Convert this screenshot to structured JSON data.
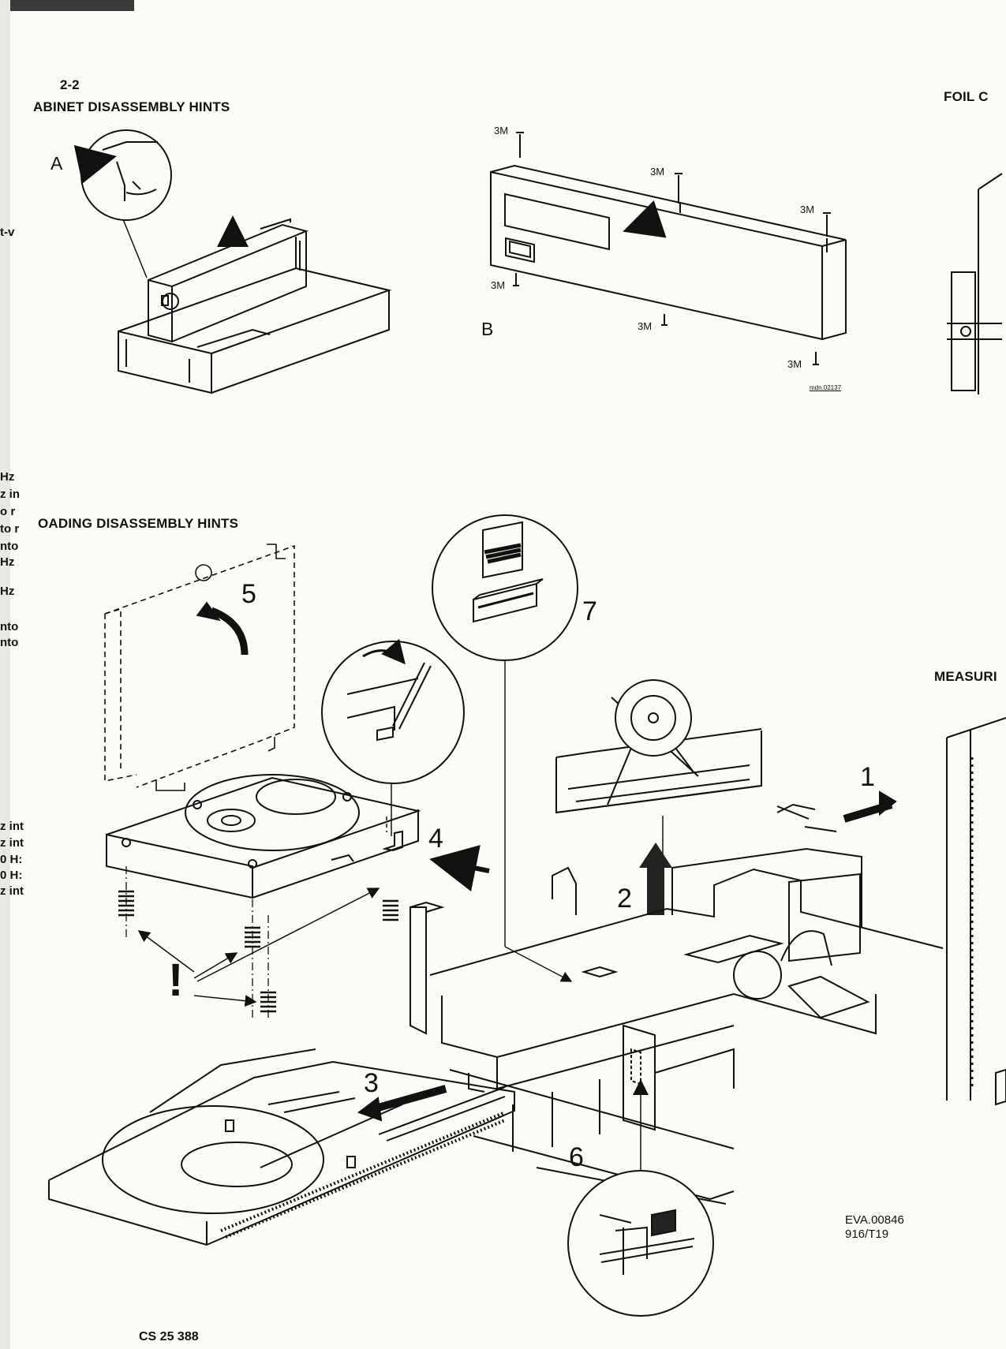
{
  "page": {
    "number": "2-2",
    "footer_code": "CS 25 388"
  },
  "sections": {
    "cabinet": {
      "title": "ABINET DISASSEMBLY HINTS",
      "label_a": "A",
      "label_b": "B",
      "screw_label": "3M",
      "drawing_code": "mdn.02137"
    },
    "loading": {
      "title": "OADING DISASSEMBLY HINTS",
      "steps": [
        "1",
        "2",
        "3",
        "4",
        "5",
        "6",
        "7"
      ],
      "warning_glyph": "!",
      "ref_code_line1": "EVA.00846",
      "ref_code_line2": "916/T19"
    }
  },
  "right_edge": {
    "foil": "FOIL C",
    "measuring": "MEASURI"
  },
  "left_edge": {
    "lines": [
      "t-v",
      "Hz",
      "z in",
      "o r",
      "to r",
      "nto",
      "Hz",
      "Hz",
      "nto",
      "nto",
      "z int",
      "z int",
      "0 H:",
      "0 H:",
      "z int"
    ]
  },
  "colors": {
    "paper": "#fbfbf8",
    "ink": "#111111"
  }
}
